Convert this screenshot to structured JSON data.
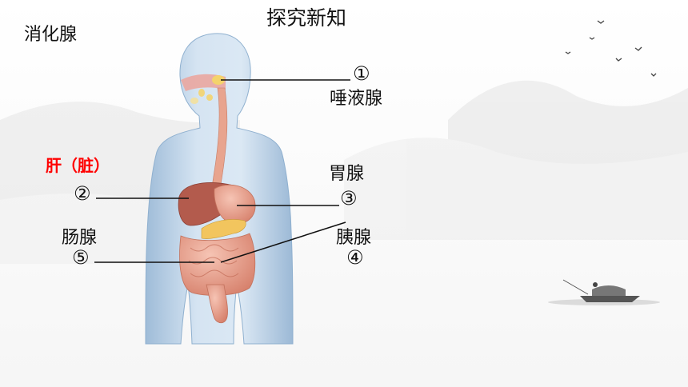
{
  "page_title": "探究新知",
  "section_title": "消化腺",
  "labels": {
    "salivary": {
      "num": "①",
      "name": "唾液腺"
    },
    "liver": {
      "num": "②",
      "name": "肝（脏）"
    },
    "gastric": {
      "num": "③",
      "name": "胃腺"
    },
    "pancreas": {
      "num": "④",
      "name": "胰腺"
    },
    "intestinal": {
      "num": "⑤",
      "name": "肠腺"
    }
  },
  "colors": {
    "highlight": "#ff0000",
    "text": "#111111",
    "body": "#a9c4de",
    "organ": "#e7a58f"
  }
}
